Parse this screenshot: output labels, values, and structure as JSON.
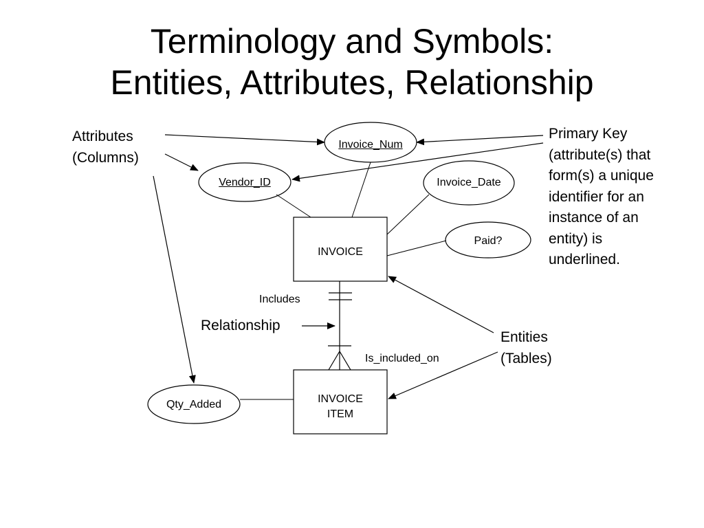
{
  "title": {
    "line1": "Terminology and Symbols:",
    "line2": "Entities, Attributes, Relationship"
  },
  "labels": {
    "attributes": [
      "Attributes",
      "(Columns)"
    ],
    "primary_key": [
      "Primary Key",
      "(attribute(s) that",
      "form(s) a unique",
      "identifier for an",
      "instance of an",
      "entity) is",
      "underlined."
    ],
    "entities": [
      "Entities",
      "(Tables)"
    ],
    "relationship": "Relationship",
    "includes": "Includes",
    "is_included_on": "Is_included_on"
  },
  "entities": {
    "invoice": "INVOICE",
    "invoice_item": [
      "INVOICE",
      "ITEM"
    ]
  },
  "attributes": {
    "invoice_num": "Invoice_Num",
    "vendor_id": "Vendor_ID",
    "invoice_date": "Invoice_Date",
    "paid": "Paid?",
    "qty_added": "Qty_Added"
  },
  "colors": {
    "stroke": "#000000",
    "background": "#ffffff"
  }
}
